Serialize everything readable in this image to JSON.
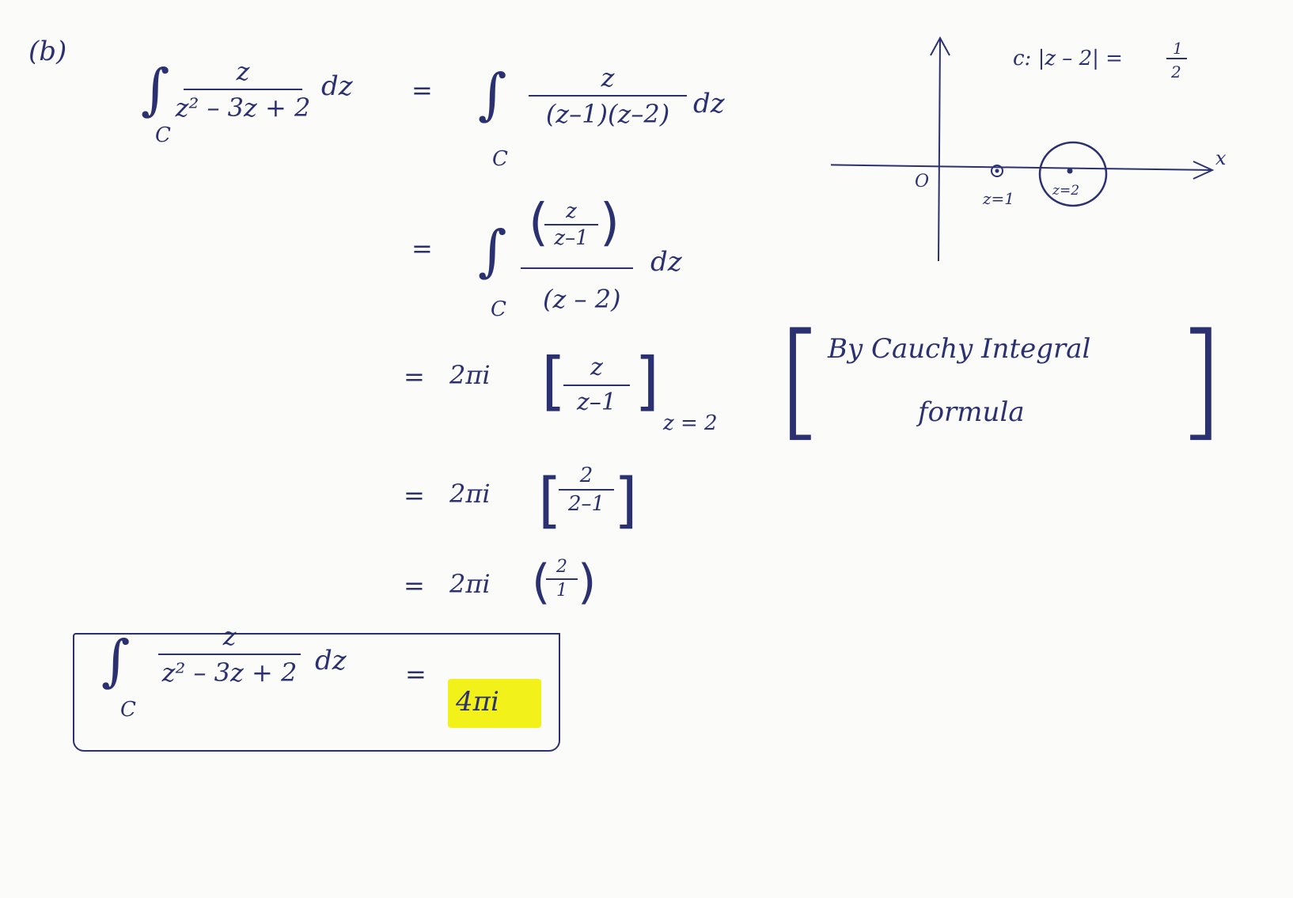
{
  "part_label": "(b)",
  "ink_color": "#2b3170",
  "highlight_color": "#f2f21a",
  "line1": {
    "sub": "C",
    "num": "z",
    "den": "z² – 3z + 2",
    "dz": "dz",
    "eq": "=",
    "sub2": "C",
    "num2": "z",
    "den2": "(z–1)(z–2)",
    "dz2": "dz"
  },
  "line2": {
    "eq": "=",
    "sub": "C",
    "num_top": "z",
    "num_bottom": "z–1",
    "den": "(z – 2)",
    "dz": "dz"
  },
  "line3": {
    "eq": "=",
    "coef": "2πi",
    "num": "z",
    "den": "z–1",
    "eval": "z = 2"
  },
  "note": {
    "line1": "By Cauchy Integral",
    "line2": "formula"
  },
  "line4": {
    "eq": "=",
    "coef": "2πi",
    "num": "2",
    "den": "2–1"
  },
  "line5": {
    "eq": "=",
    "coef": "2πi",
    "num": "2",
    "den": "1"
  },
  "answer": {
    "sub": "C",
    "num": "z",
    "den": "z² – 3z + 2",
    "dz": "dz",
    "eq": "=",
    "result": "4πi"
  },
  "sketch": {
    "contour_label": "c: |z – 2| =",
    "radius_num": "1",
    "radius_den": "2",
    "axis_label": "x",
    "origin_label": "O",
    "pole1_label": "z=1",
    "pole2_label": "z=2"
  }
}
